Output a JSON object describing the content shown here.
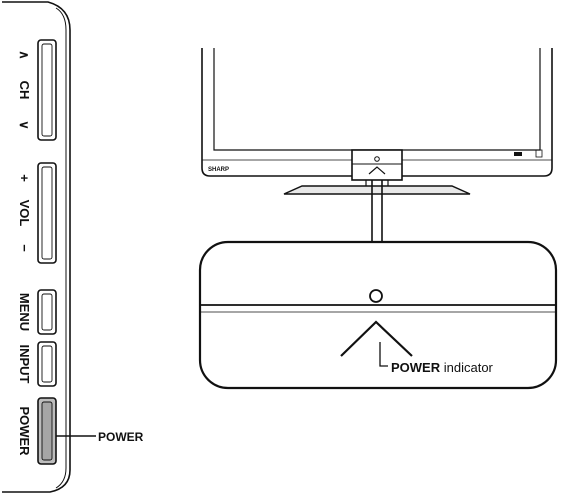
{
  "side_panel": {
    "buttons": {
      "ch_label": "CH",
      "ch_up_symbol": "∧",
      "ch_down_symbol": "∨",
      "vol_label": "VOL",
      "vol_plus_symbol": "+",
      "vol_minus_symbol": "−",
      "menu_label": "MENU",
      "input_label": "INPUT",
      "power_label": "POWER"
    },
    "callout": {
      "power_label": "POWER"
    }
  },
  "tv": {
    "brand_logo": "SHARP"
  },
  "zoom": {
    "power_indicator_bold": "POWER",
    "power_indicator_rest": " indicator"
  }
}
